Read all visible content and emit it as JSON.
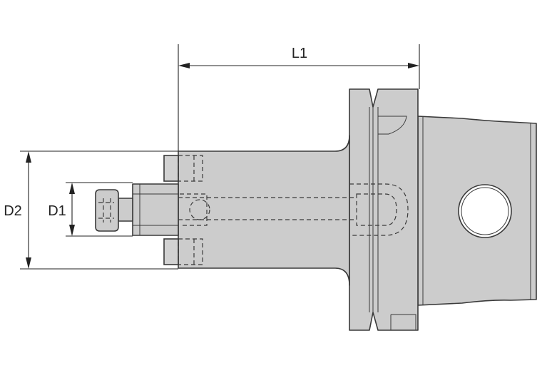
{
  "dimensions": {
    "length": "L1",
    "outer_diameter": "D2",
    "bore_diameter": "D1"
  },
  "colors": {
    "body_fill": "#cccccc",
    "outline": "#3a3a3a",
    "dimension_line": "#222222"
  }
}
